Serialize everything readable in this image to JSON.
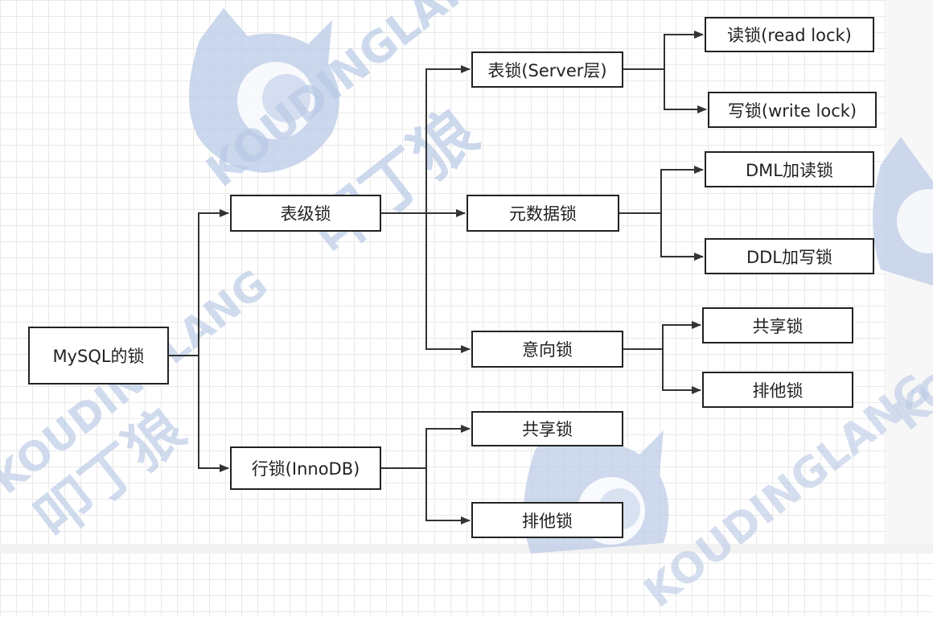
{
  "root": {
    "label": "MySQL的锁"
  },
  "level1": {
    "table_lock": "表级锁",
    "row_lock": "行锁(InnoDB)"
  },
  "table_children": {
    "table_lock_server": "表锁(Server层)",
    "metadata_lock": "元数据锁",
    "intention_lock": "意向锁"
  },
  "row_children": {
    "shared_lock": "共享锁",
    "exclusive_lock": "排他锁"
  },
  "table_lock_server_children": {
    "read_lock": "读锁(read lock)",
    "write_lock": "写锁(write lock)"
  },
  "metadata_children": {
    "dml_read": "DML加读锁",
    "ddl_write": "DDL加写锁"
  },
  "intention_children": {
    "shared_lock": "共享锁",
    "exclusive_lock": "排他锁"
  },
  "watermark": {
    "brand_en": "KOUDINGLANG",
    "brand_cn": "叩丁狼",
    "color": "#b9c9e6"
  },
  "colors": {
    "border": "#222222",
    "line": "#333333",
    "grid": "#e9e9e9"
  }
}
